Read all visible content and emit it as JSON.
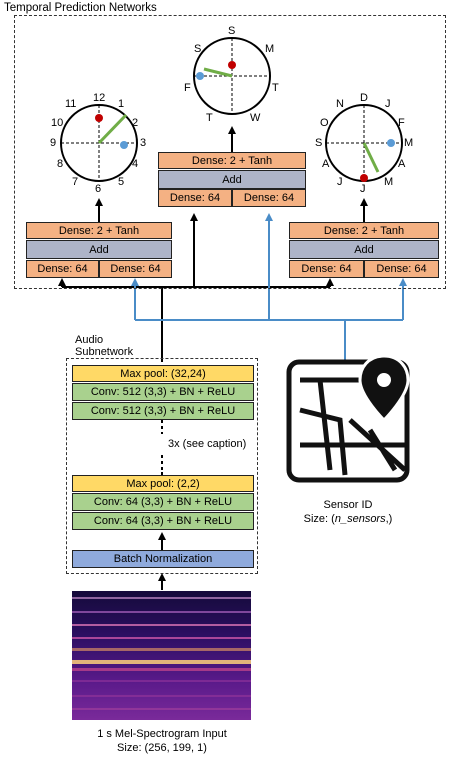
{
  "tpn": {
    "title": "Temporal Prediction Networks",
    "left": {
      "dense_tanh": "Dense: 2 + Tanh",
      "add": "Add",
      "dense_a": "Dense: 64",
      "dense_b": "Dense: 64"
    },
    "middle": {
      "dense_tanh": "Dense: 2 + Tanh",
      "add": "Add",
      "dense_a": "Dense: 64",
      "dense_b": "Dense: 64"
    },
    "right": {
      "dense_tanh": "Dense: 2 + Tanh",
      "add": "Add",
      "dense_a": "Dense: 64",
      "dense_b": "Dense: 64"
    }
  },
  "clocks": {
    "hour": [
      "12",
      "1",
      "2",
      "3",
      "4",
      "5",
      "6",
      "7",
      "8",
      "9",
      "10",
      "11"
    ],
    "week": [
      "S",
      "M",
      "T",
      "W",
      "T",
      "F"
    ],
    "year": [
      "D",
      "J",
      "F",
      "M",
      "A",
      "M",
      "J",
      "J",
      "A",
      "S",
      "O",
      "N"
    ]
  },
  "audio": {
    "title_line1": "Audio",
    "title_line2": "Subnetwork",
    "maxpool_top": "Max pool: (32,24)",
    "conv512_a": "Conv: 512 (3,3) + BN + ReLU",
    "conv512_b": "Conv: 512 (3,3) + BN + ReLU",
    "repeat_note": "3x (see caption)",
    "maxpool_bottom": "Max pool: (2,2)",
    "conv64_a": "Conv: 64 (3,3) + BN + ReLU",
    "conv64_b": "Conv: 64 (3,3) + BN + ReLU",
    "batchnorm": "Batch Normalization"
  },
  "sensor": {
    "label": "Sensor ID",
    "size_prefix": "Size: (",
    "size_var": "n_sensors",
    "size_suffix": ",)"
  },
  "input": {
    "label": "1 s Mel-Spectrogram Input",
    "size": "Size: (256, 199, 1)"
  },
  "colors": {
    "dense": "#f4b183",
    "add": "#aeb4c8",
    "pool": "#ffd966",
    "conv": "#a9d18e",
    "batchnorm": "#8faadc",
    "sensor_line": "#4a8cc7",
    "green_hand": "#70ad47",
    "red_dot": "#c00000",
    "blue_dot": "#5b9bd5"
  }
}
